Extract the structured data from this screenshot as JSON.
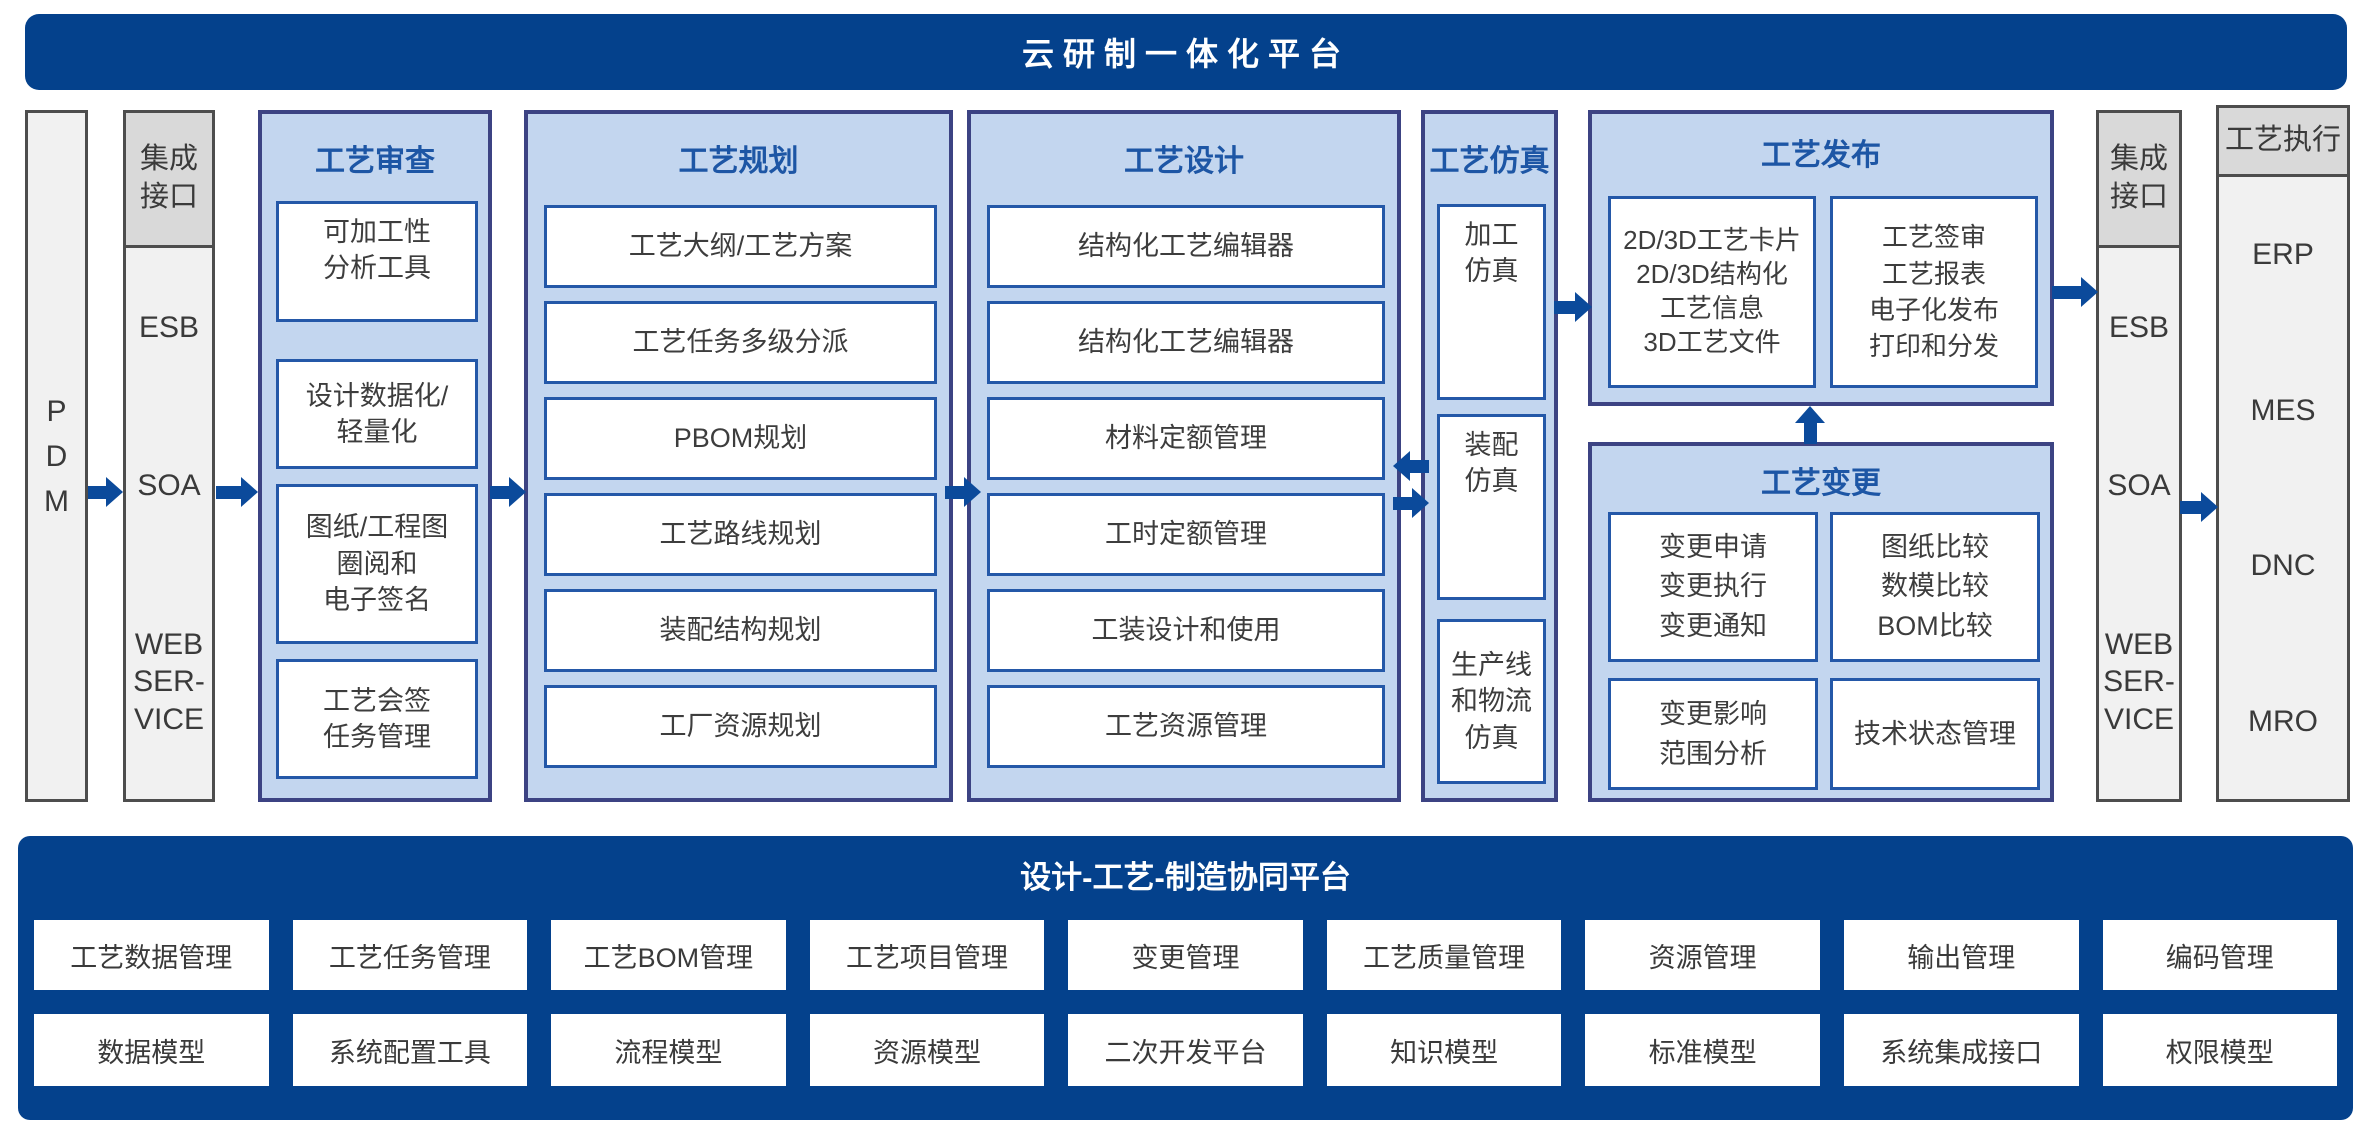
{
  "colors": {
    "banner_blue": "#04418c",
    "arrow_blue": "#0b4a9b",
    "module_fill": "#c3d6ef",
    "module_border": "#3c4383",
    "box_border": "#2458a8",
    "module_title_text": "#1d56a5",
    "gray_header": "#d9d9d9",
    "gray_fill": "#f1f1f1"
  },
  "top_banner": {
    "title": "云研制一体化平台"
  },
  "left": {
    "pdm_label": "P\nD\nM",
    "integration": {
      "header": "集成\n接口",
      "items": [
        "ESB",
        "SOA",
        "WEB\nSER-\nVICE"
      ]
    }
  },
  "review": {
    "title": "工艺审查",
    "boxes": [
      "可加工性\n分析工具",
      "设计数据化/\n轻量化",
      "图纸/工程图\n圈阅和\n电子签名",
      "工艺会签\n任务管理"
    ]
  },
  "planning": {
    "title": "工艺规划",
    "boxes": [
      "工艺大纲/工艺方案",
      "工艺任务多级分派",
      "PBOM规划",
      "工艺路线规划",
      "装配结构规划",
      "工厂资源规划"
    ]
  },
  "design": {
    "title": "工艺设计",
    "boxes": [
      "结构化工艺编辑器",
      "结构化工艺编辑器",
      "材料定额管理",
      "工时定额管理",
      "工装设计和使用",
      "工艺资源管理"
    ]
  },
  "simulation": {
    "title": "工艺仿真",
    "boxes": [
      "加工\n仿真",
      "装配\n仿真",
      "生产线\n和物流\n仿真"
    ]
  },
  "publish": {
    "title": "工艺发布",
    "boxes": [
      "2D/3D工艺卡片\n2D/3D结构化\n工艺信息\n3D工艺文件",
      "工艺签审\n工艺报表\n电子化发布\n打印和分发"
    ]
  },
  "change": {
    "title": "工艺变更",
    "boxes": [
      "变更申请\n变更执行\n变更通知",
      "图纸比较\n数模比较\nBOM比较",
      "变更影响\n范围分析",
      "技术状态管理"
    ]
  },
  "right": {
    "integration": {
      "header": "集成\n接口",
      "items": [
        "ESB",
        "SOA",
        "WEB\nSER-\nVICE"
      ]
    },
    "execution": {
      "header": "工艺执行",
      "items": [
        "ERP",
        "MES",
        "DNC",
        "MRO"
      ]
    }
  },
  "bottom_panel": {
    "title": "设计-工艺-制造协同平台",
    "row1": [
      "工艺数据管理",
      "工艺任务管理",
      "工艺BOM管理",
      "工艺项目管理",
      "变更管理",
      "工艺质量管理",
      "资源管理",
      "输出管理",
      "编码管理"
    ],
    "row2": [
      "数据模型",
      "系统配置工具",
      "流程模型",
      "资源模型",
      "二次开发平台",
      "知识模型",
      "标准模型",
      "系统集成接口",
      "权限模型"
    ]
  }
}
